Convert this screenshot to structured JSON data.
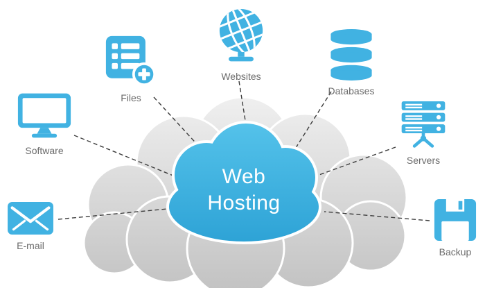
{
  "title": {
    "line1": "Web",
    "line2": "Hosting"
  },
  "nodes": {
    "software": {
      "label": "Software"
    },
    "files": {
      "label": "Files"
    },
    "websites": {
      "label": "Websites"
    },
    "databases": {
      "label": "Databases"
    },
    "servers": {
      "label": "Servers"
    },
    "email": {
      "label": "E-mail"
    },
    "backup": {
      "label": "Backup"
    }
  },
  "colors": {
    "icon_blue": "#41b2e2",
    "cloud_blue_top": "#54c2ea",
    "cloud_blue_bottom": "#2ea3d6",
    "cloud_gray_light": "#f1f1f1",
    "cloud_gray_dark": "#c3c3c3",
    "label_text": "#6b6b6b",
    "connector": "#3c3c3c"
  }
}
